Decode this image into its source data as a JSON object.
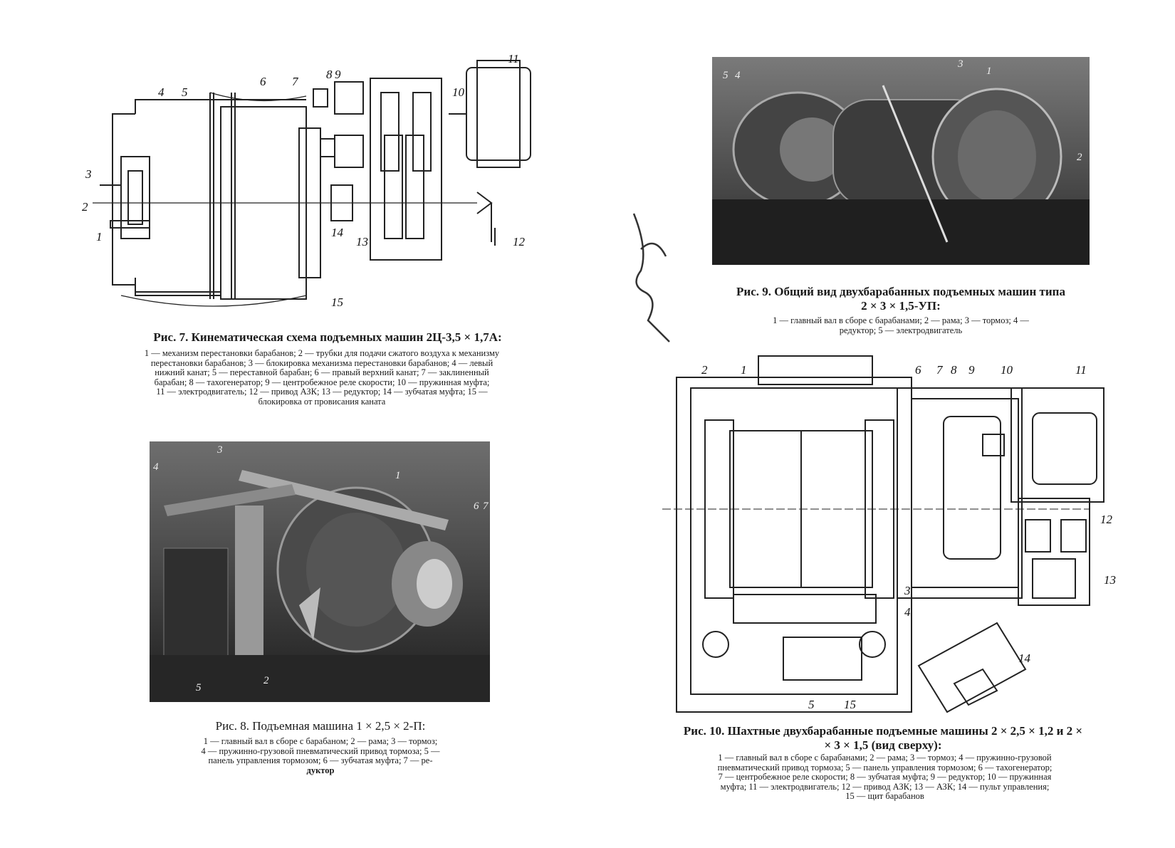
{
  "fig7": {
    "caption": "Рис. 7. Кинематическая схема подъемных машин 2Ц-3,5 × 1,7А:",
    "legend": [
      "1 — механизм перестановки барабанов; 2 — трубки для подачи сжатого воздуха к механизму",
      "перестановки барабанов; 3 — блокировка механизма перестановки барабанов; 4 — левый",
      "нижний канат; 5 — переставной барабан; 6 — правый верхний канат; 7 — заклиненный",
      "барабан; 8 — тахогенератор; 9 — центробежное реле скорости; 10 — пружинная муфта;",
      "11 — электродвигатель; 12 — привод АЗК; 13 — редуктор; 14 — зубчатая муфта; 15 —",
      "блокировка от провисания каната"
    ],
    "labels": [
      "1",
      "2",
      "3",
      "4",
      "5",
      "6",
      "7",
      "8",
      "9",
      "10",
      "11",
      "12",
      "13",
      "14",
      "15"
    ]
  },
  "fig8": {
    "caption": "Рис. 8. Подъемная машина 1 × 2,5 × 2-П:",
    "legend": [
      "1 — главный вал в сборе с барабаном; 2 — рама; 3 — тормоз;",
      "4 — пружинно-грузовой пневматический привод тормоза; 5 —",
      "панель управления тормозом; 6 — зубчатая муфта; 7 — ре-",
      "дуктор"
    ],
    "labels": [
      "1",
      "2",
      "3",
      "4",
      "5",
      "6",
      "7"
    ]
  },
  "fig9": {
    "caption_line1": "Рис. 9. Общий вид двухбарабанных подъемных машин типа",
    "caption_line2": "2 × 3 × 1,5-УП:",
    "legend": [
      "1 — главный вал в сборе с барабанами; 2 — рама; 3 — тормоз; 4 —",
      "редуктор; 5 — электродвигатель"
    ],
    "labels": [
      "1",
      "2",
      "3",
      "4",
      "5"
    ]
  },
  "fig10": {
    "caption_line1": "Рис. 10. Шахтные двухбарабанные подъемные машины 2 × 2,5 × 1,2 и 2 ×",
    "caption_line2": "× 3 × 1,5 (вид сверху):",
    "legend": [
      "1 — главный вал в сборе с барабанами; 2 — рама; 3 — тормоз; 4 — пружинно-грузовой",
      "пневматический привод тормоза; 5 — панель управления тормозом; 6 — тахогенератор;",
      "7 — центробежное реле скорости; 8 — зубчатая муфта; 9 — редуктор; 10 — пружинная",
      "муфта; 11 — электродвигатель; 12 — привод АЗК; 13 — АЗК; 14 — пульт управления;",
      "15 — щит барабанов"
    ],
    "labels": [
      "1",
      "2",
      "3",
      "4",
      "5",
      "6",
      "7",
      "8",
      "9",
      "10",
      "11",
      "12",
      "13",
      "14",
      "15"
    ]
  }
}
